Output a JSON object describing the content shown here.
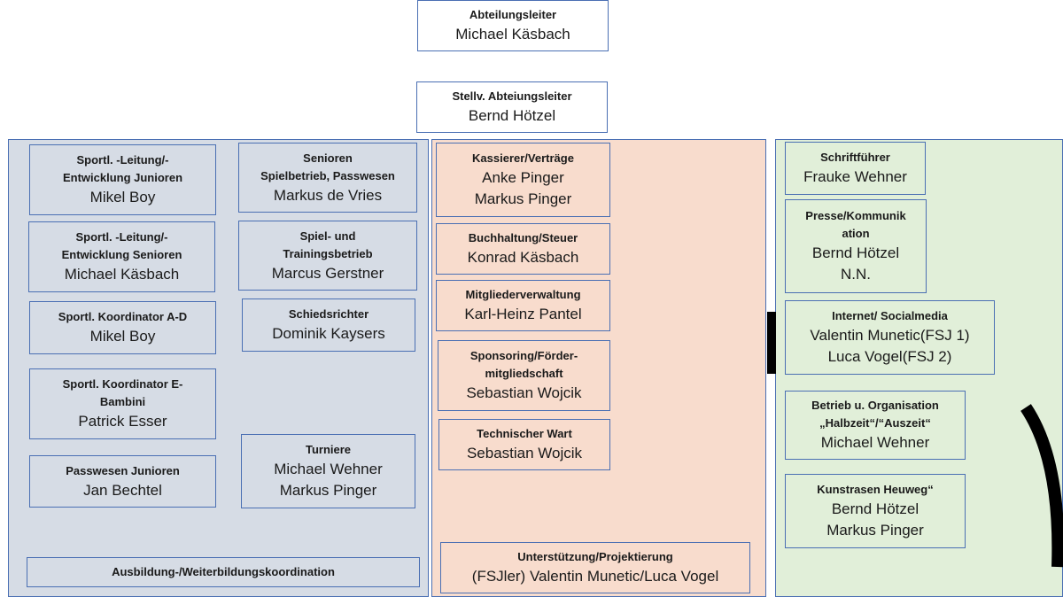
{
  "head": {
    "title": "Abteilungsleiter",
    "name": "Michael Käsbach"
  },
  "deputy": {
    "title": "Stellv. Abteiungsleiter",
    "name": "Bernd Hötzel"
  },
  "left": {
    "junioren": {
      "title": "Sportl. -Leitung/-\nEntwicklung Junioren",
      "name": "Mikel Boy"
    },
    "senioren": {
      "title": "Sportl. -Leitung/-\nEntwicklung Senioren",
      "name": "Michael Käsbach"
    },
    "koord_ad": {
      "title": "Sportl. Koordinator A-D",
      "name": "Mikel Boy"
    },
    "koord_e": {
      "title": "Sportl. Koordinator E-\nBambini",
      "name": "Patrick Esser"
    },
    "passwesen": {
      "title": "Passwesen Junioren",
      "name": "Jan Bechtel"
    },
    "sen_spiel": {
      "title": "Senioren\nSpielbetrieb, Passwesen",
      "name": "Markus de Vries"
    },
    "spiel_training": {
      "title": "Spiel- und\nTrainingsbetrieb",
      "name": "Marcus Gerstner"
    },
    "schiedsrichter": {
      "title": "Schiedsrichter",
      "name": "Dominik Kaysers"
    },
    "turniere": {
      "title": "Turniere",
      "name": "Michael Wehner\nMarkus Pinger"
    },
    "ausbildung": {
      "title": "Ausbildung-/Weiterbildungskoordination"
    }
  },
  "mid": {
    "kassierer": {
      "title": "Kassierer/Verträge",
      "name": "Anke Pinger\nMarkus Pinger"
    },
    "buchhaltung": {
      "title": "Buchhaltung/Steuer",
      "name": "Konrad Käsbach"
    },
    "mitglieder": {
      "title": "Mitgliederverwaltung",
      "name": "Karl-Heinz Pantel"
    },
    "sponsoring": {
      "title": "Sponsoring/Förder-\nmitgliedschaft",
      "name": "Sebastian Wojcik"
    },
    "technik": {
      "title": "Technischer Wart",
      "name": "Sebastian Wojcik"
    },
    "unterstuetzung": {
      "title": "Unterstützung/Projektierung",
      "name": "(FSJler) Valentin Munetic/Luca Vogel"
    }
  },
  "right": {
    "schriftfuehrer": {
      "title": "Schriftführer",
      "name": "Frauke Wehner"
    },
    "presse": {
      "title": "Presse/Kommunik\nation",
      "name": "Bernd Hötzel\nN.N."
    },
    "internet": {
      "title": "Internet/ Socialmedia",
      "name": "Valentin Munetic(FSJ 1)\nLuca Vogel(FSJ 2)"
    },
    "betrieb": {
      "title": "Betrieb u. Organisation\n„Halbzeit“/“Auszeit“",
      "name": "Michael Wehner"
    },
    "kunstrasen": {
      "title": "Kunstrasen Heuweg“",
      "name": "Bernd Hötzel\nMarkus Pinger"
    }
  },
  "colors": {
    "border": "#4a6fb3",
    "left_bg": "#d6dce5",
    "mid_bg": "#f8dccd",
    "right_bg": "#e1efd9"
  }
}
